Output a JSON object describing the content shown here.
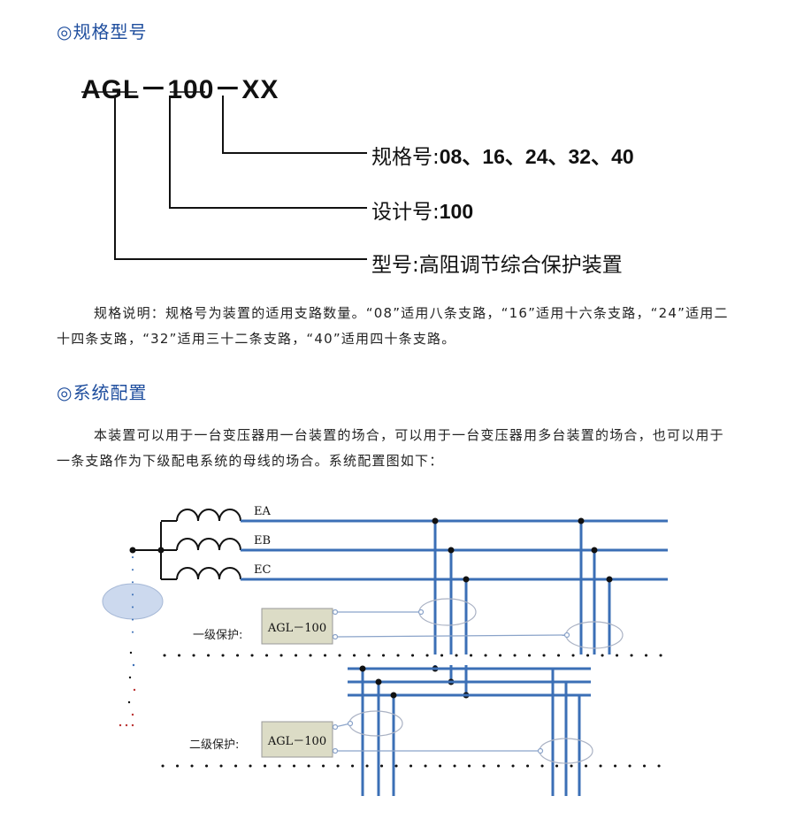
{
  "section1": {
    "heading": "◎规格型号"
  },
  "model": {
    "code": "AGL－100－XX"
  },
  "callouts": [
    {
      "label": "规格号:",
      "value": "08、16、24、32、40"
    },
    {
      "label": "设计号:",
      "value": "100"
    },
    {
      "label": "型号:",
      "value": "高阻调节综合保护装置"
    }
  ],
  "spec_note": "规格说明：规格号为装置的适用支路数量。“08”适用八条支路，“16”适用十六条支路，“24”适用二十四条支路，“32”适用三十二条支路，“40”适用四十条支路。",
  "section2": {
    "heading": "◎系统配置"
  },
  "config_text": "本装置可以用于一台变压器用一台装置的场合，可以用于一台变压器用多台装置的场合，也可以用于一条支路作为下级配电系统的母线的场合。系统配置图如下：",
  "diagram": {
    "phases": [
      "EA",
      "EB",
      "EC"
    ],
    "level1_label": "一级保护:",
    "level2_label": "二级保护:",
    "device_label": "AGL－100",
    "line_color": "#3b6fb6",
    "device_fill": "#dcdcc6"
  }
}
